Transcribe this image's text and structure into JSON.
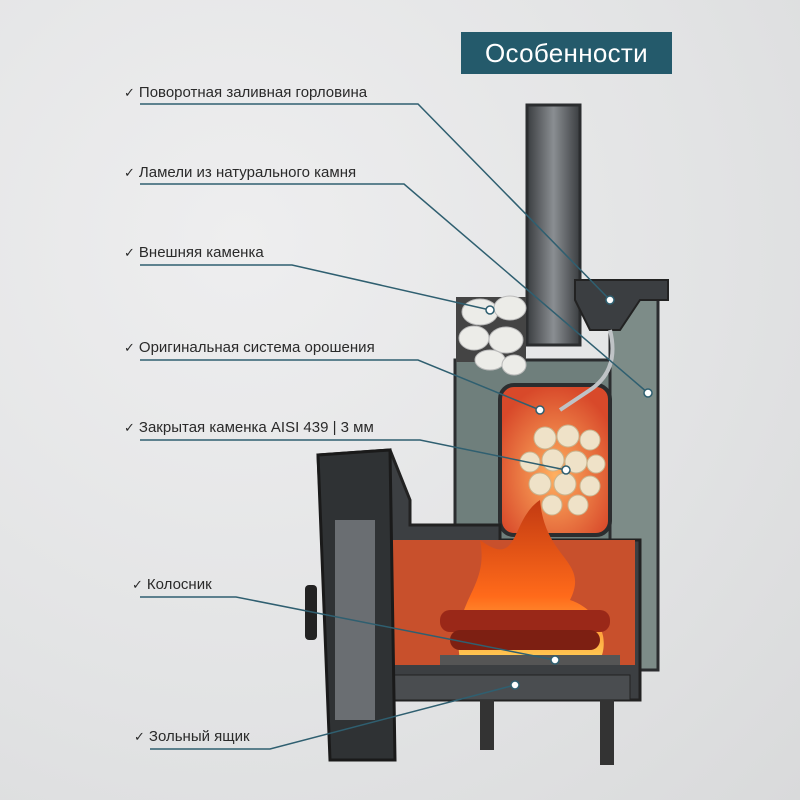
{
  "title": "Особенности",
  "features": [
    {
      "check": "✓",
      "label": "Поворотная заливная горловина"
    },
    {
      "check": "✓",
      "label": "Ламели из натурального камня"
    },
    {
      "check": "✓",
      "label": "Внешняя каменка"
    },
    {
      "check": "✓",
      "label": "Оригинальная система орошения"
    },
    {
      "check": "✓",
      "label": "Закрытая каменка AISI 439 | 3 мм"
    },
    {
      "check": "✓",
      "label": "Колосник"
    },
    {
      "check": "✓",
      "label": "Зольный ящик"
    }
  ],
  "colors": {
    "accent": "#245a6b",
    "leader": "#2f5f70"
  }
}
